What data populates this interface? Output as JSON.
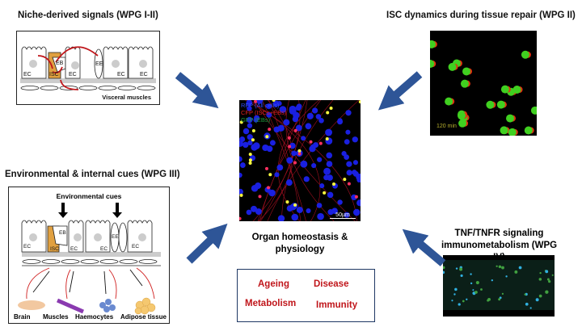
{
  "panels": {
    "niche": {
      "title": "Niche-derived signals (WPG I-II)",
      "labels": [
        "EC",
        "EB",
        "ISC",
        "EC",
        "EE",
        "EC",
        "EC"
      ],
      "footer": "Visceral muscles"
    },
    "isc_dynamics": {
      "title": "ISC dynamics during tissue repair (WPG II)",
      "timestamp": "120 min"
    },
    "environment": {
      "title": "Environmental & internal cues (WPG III)",
      "cues": "Environmental cues",
      "labels": [
        "EC",
        "EB",
        "ISC",
        "EC",
        "EE",
        "EC",
        "EC"
      ],
      "organs": [
        "Brain",
        "Muscles",
        "Haemocytes",
        "Adipose tissue"
      ]
    },
    "tnf": {
      "title_line1": "TNF/TNFR signaling",
      "title_line2": "immunometabolism (WPG IV)"
    }
  },
  "center": {
    "legend": [
      "RFP (All cells)",
      "CFP (ISCs+EBs)",
      "GFP (EBs)"
    ],
    "scale_bar": "50µm",
    "caption_line1": "Organ homeostasis &",
    "caption_line2": "physiology",
    "topics": [
      "Ageing",
      "Disease",
      "Metabolism",
      "Immunity"
    ]
  },
  "colors": {
    "arrow": "#2e5597",
    "topic_text": "#c0161b",
    "box_border": "#1f3864",
    "isc": "#e0a040"
  }
}
